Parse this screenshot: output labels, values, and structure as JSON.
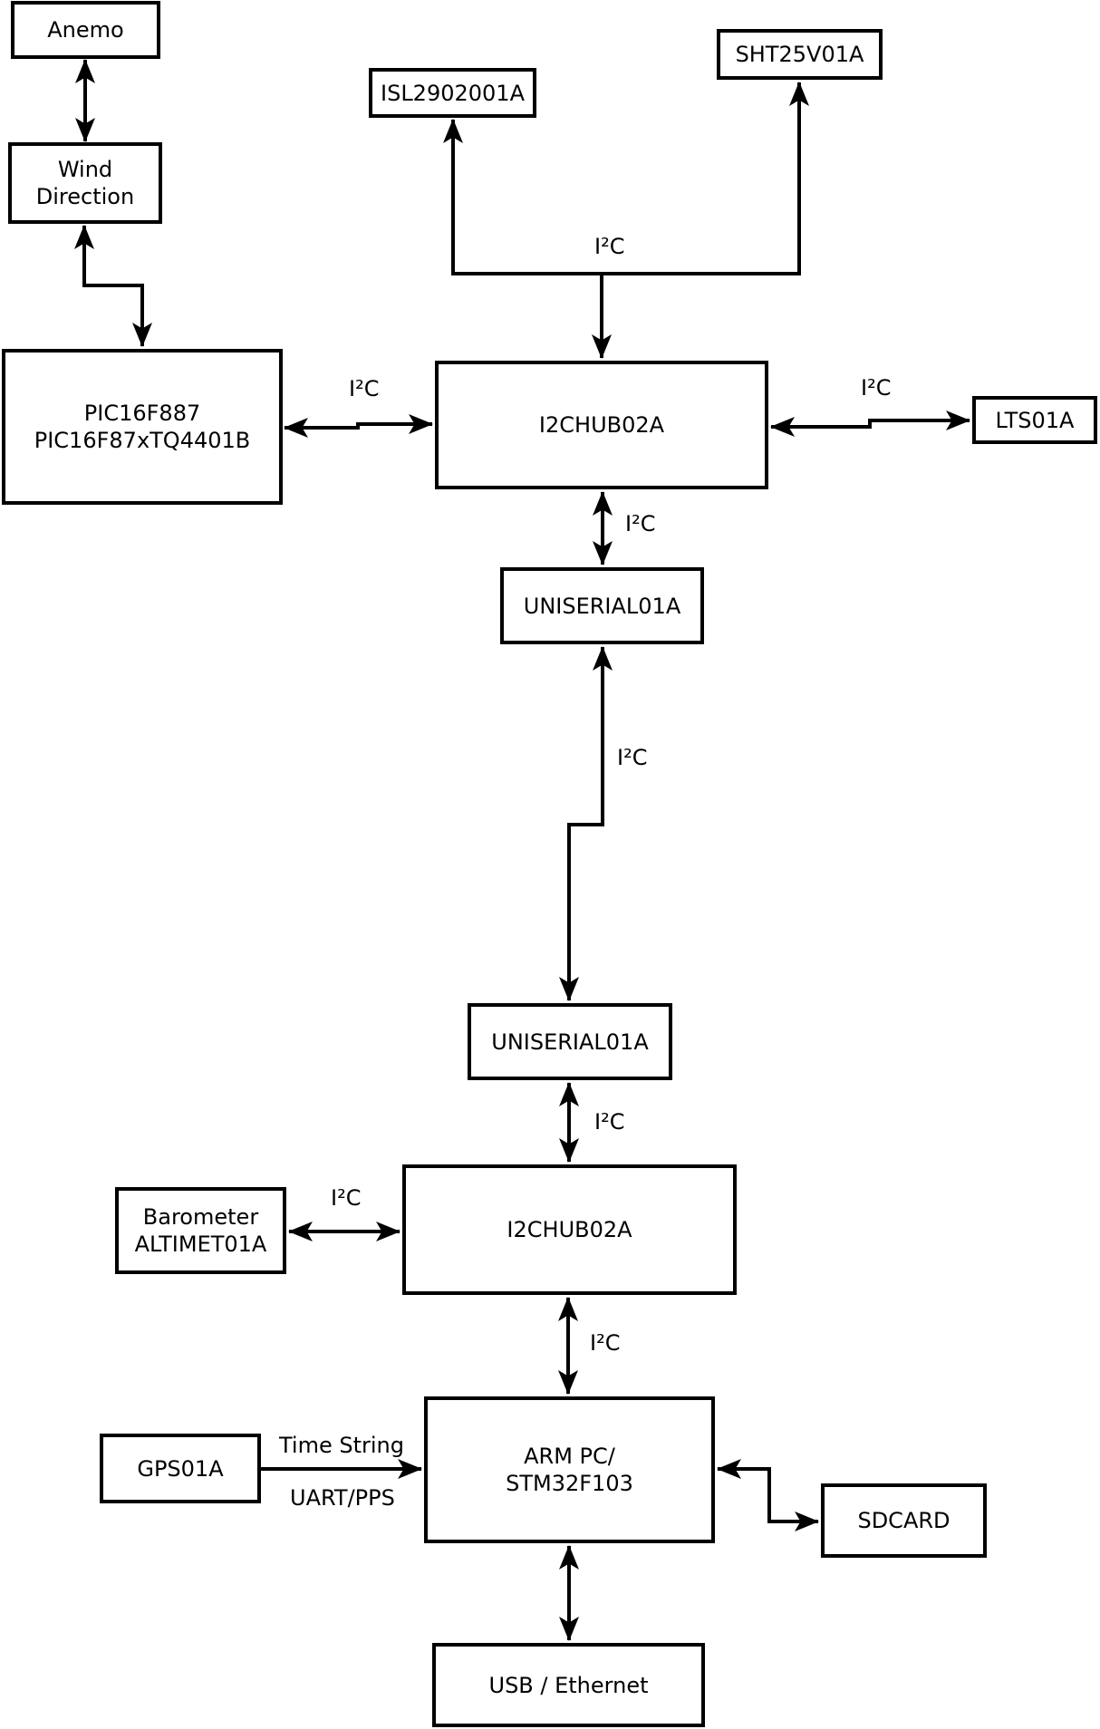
{
  "diagram": {
    "nodes": {
      "anemo": {
        "label": "Anemo"
      },
      "wind_direction": {
        "line1": "Wind",
        "line2": "Direction"
      },
      "pic": {
        "line1": "PIC16F887",
        "line2": "PIC16F87xTQ4401B"
      },
      "isl": {
        "label": "ISL2902001A"
      },
      "sht": {
        "label": "SHT25V01A"
      },
      "hub1": {
        "label": "I2CHUB02A"
      },
      "lts": {
        "label": "LTS01A"
      },
      "uniserial1": {
        "label": "UNISERIAL01A"
      },
      "uniserial2": {
        "label": "UNISERIAL01A"
      },
      "hub2": {
        "label": "I2CHUB02A"
      },
      "barometer": {
        "line1": "Barometer",
        "line2": "ALTIMET01A"
      },
      "gps": {
        "label": "GPS01A"
      },
      "arm_pc": {
        "line1": "ARM PC/",
        "line2": "STM32F103"
      },
      "sdcard": {
        "label": "SDCARD"
      },
      "usb_ethernet": {
        "label": "USB / Ethernet"
      }
    },
    "edge_labels": {
      "i2c": "I²C",
      "time_string": "Time String",
      "uart_pps": "UART/PPS"
    },
    "colors": {
      "line": "#000000",
      "background": "#ffffff"
    }
  }
}
